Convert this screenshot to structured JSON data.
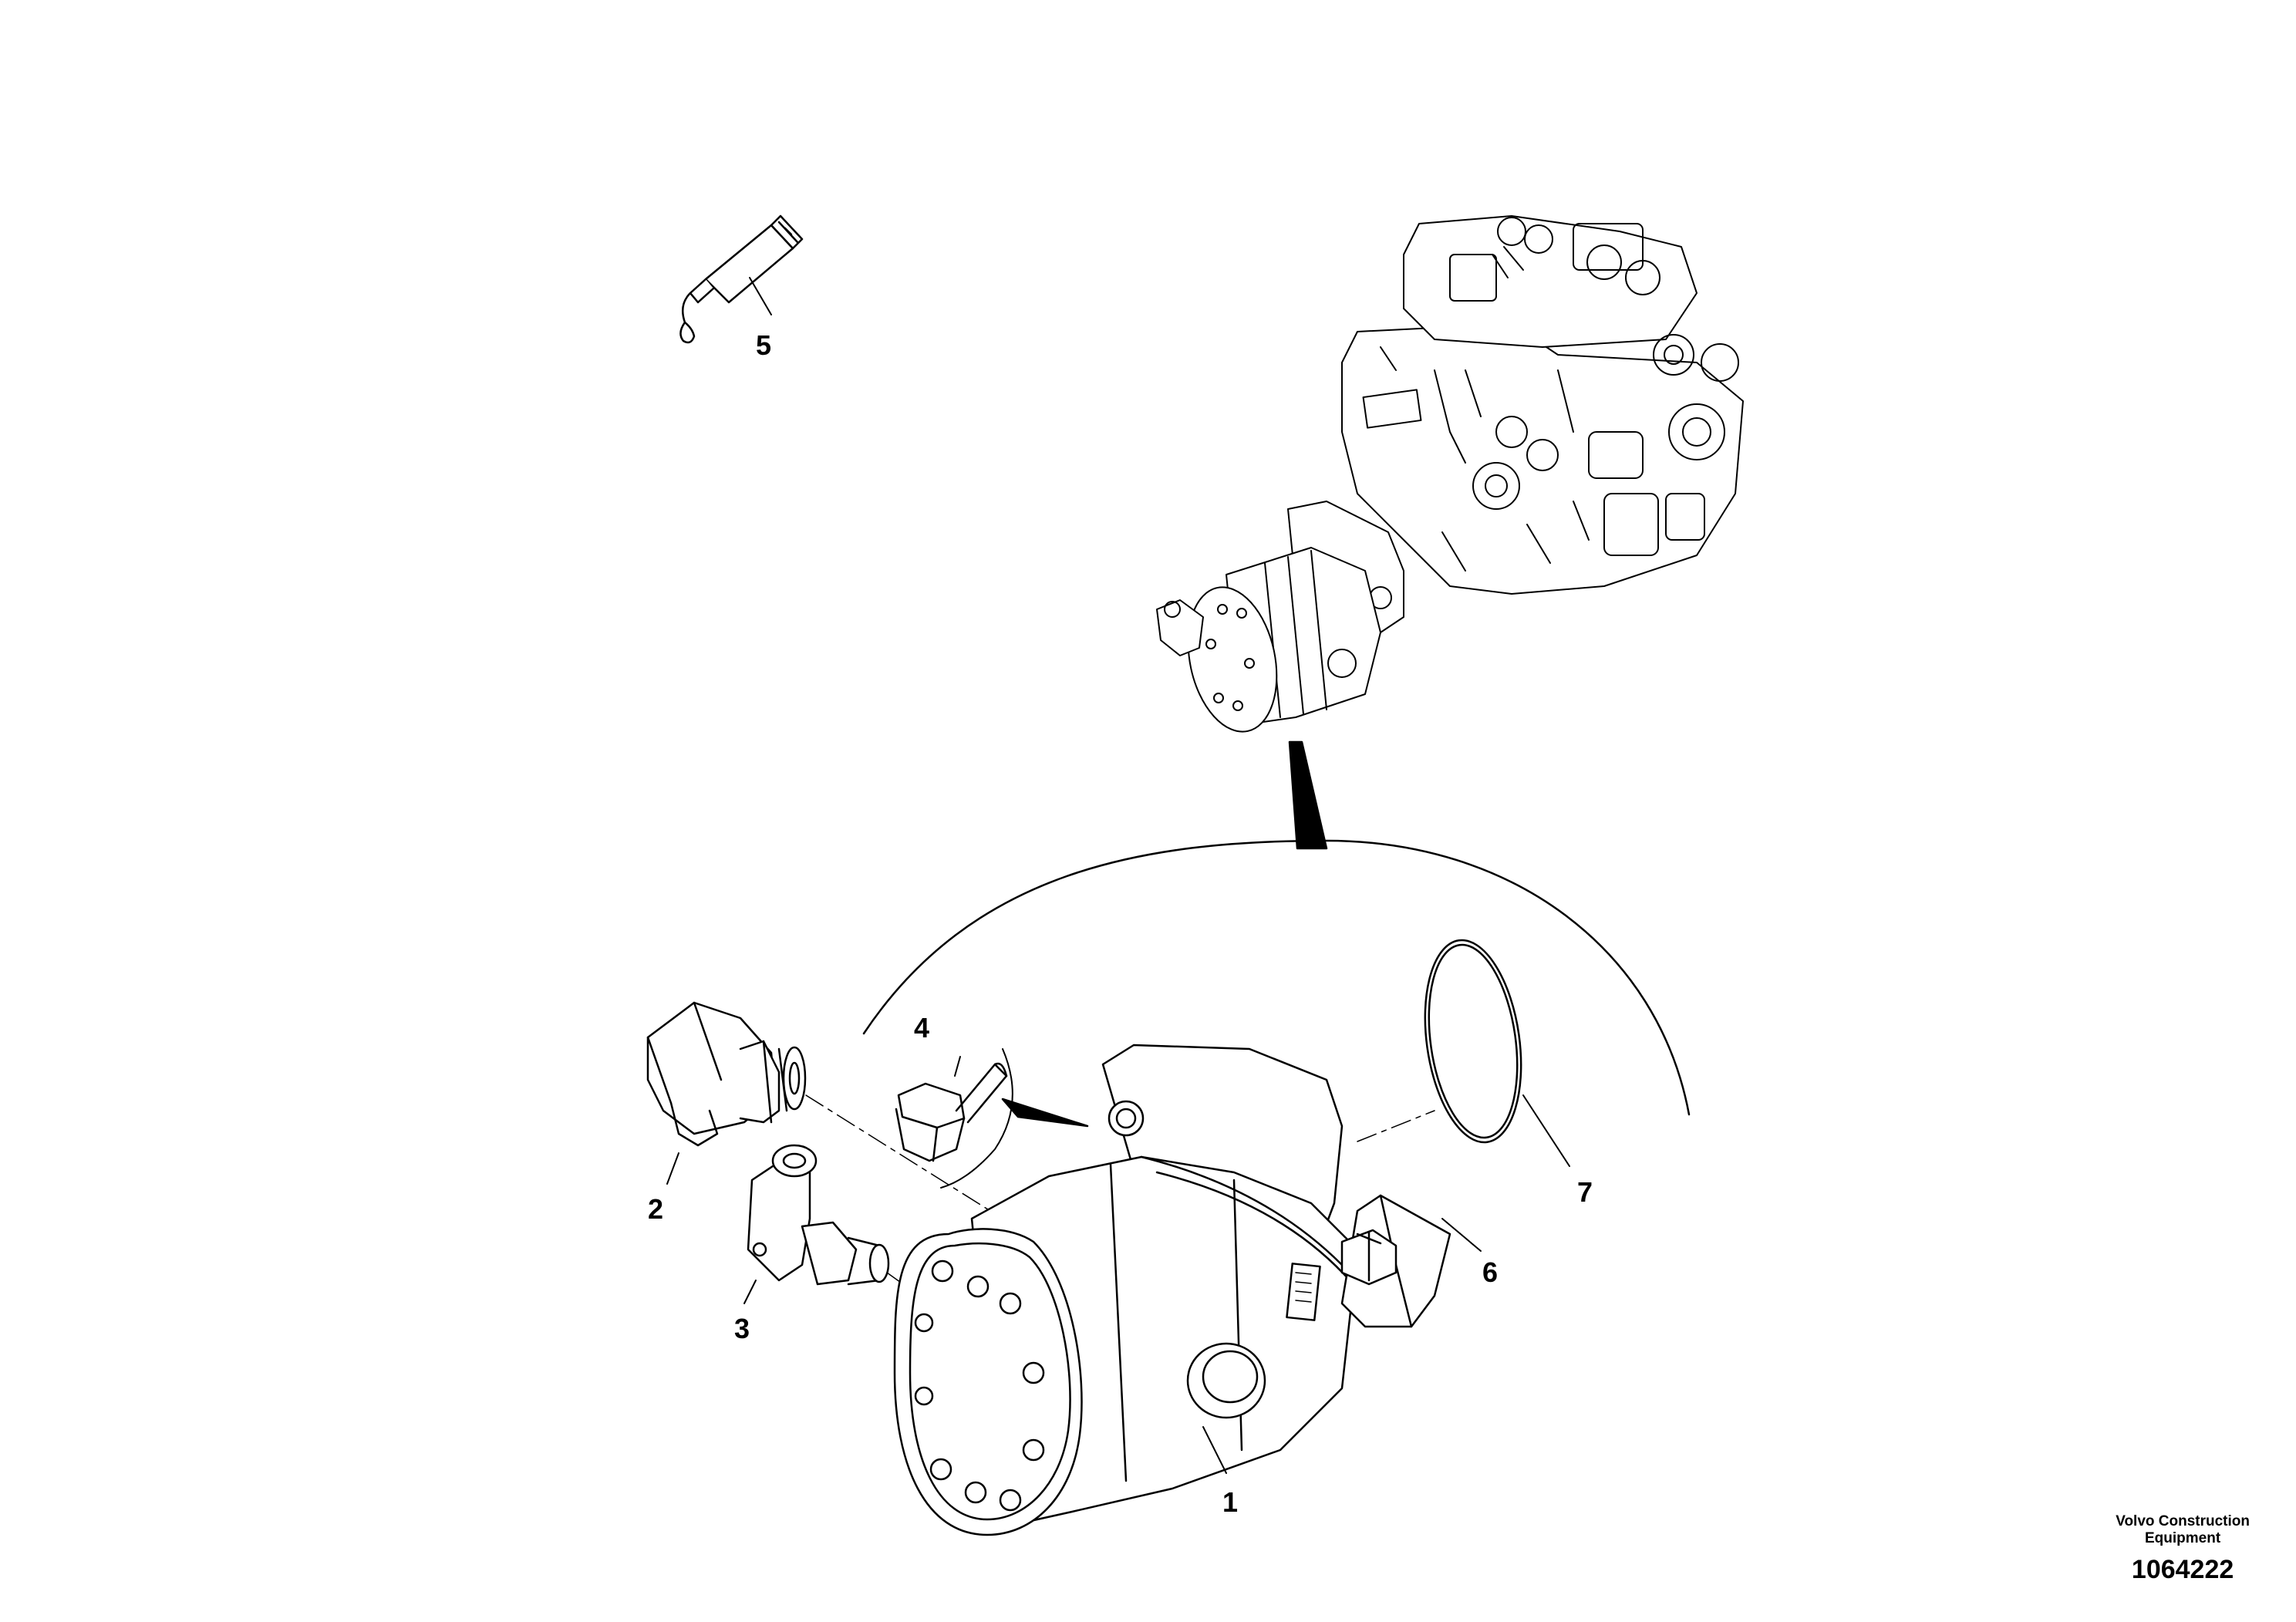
{
  "diagram": {
    "callouts": [
      {
        "id": "1",
        "label": "1"
      },
      {
        "id": "2",
        "label": "2"
      },
      {
        "id": "3",
        "label": "3"
      },
      {
        "id": "4",
        "label": "4"
      },
      {
        "id": "5",
        "label": "5"
      },
      {
        "id": "6",
        "label": "6"
      },
      {
        "id": "7",
        "label": "7"
      }
    ],
    "icons": {
      "sealant": "sealant-tube-icon",
      "pump_assembly": "hydraulic-pump-assembly",
      "gear_pump": "gear-pump-icon",
      "elbow_2": "elbow-fitting-icon",
      "elbow_3": "elbow-fitting-icon",
      "bolt": "flange-bolt-icon",
      "bracket": "bracket-icon",
      "oring": "o-ring-icon"
    }
  },
  "footer": {
    "brand_line1": "Volvo Construction",
    "brand_line2": "Equipment",
    "drawing_number": "1064222"
  }
}
